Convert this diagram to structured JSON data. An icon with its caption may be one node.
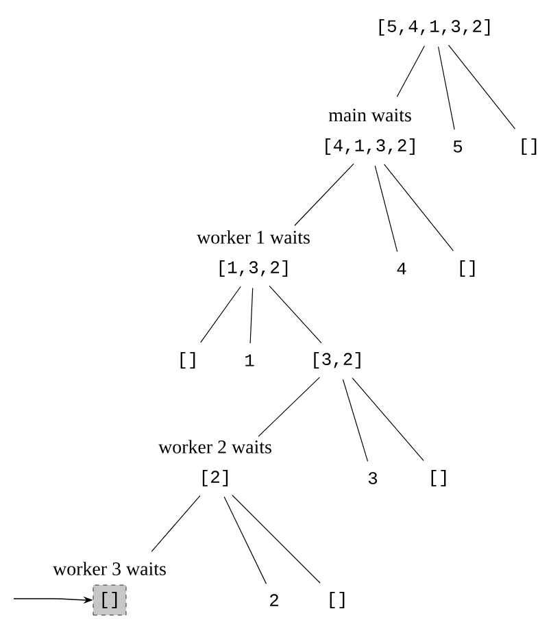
{
  "diagram": {
    "nodes": [
      {
        "text": [
          "[5,4,1,3,2]"
        ]
      },
      {
        "text": [
          "[4,1,3,2]"
        ],
        "beside": [
          "main waits"
        ]
      },
      {
        "text": [
          "5"
        ]
      },
      {
        "text": [
          "[]"
        ]
      },
      {
        "text": [
          "[1,3,2]"
        ],
        "beside": [
          "worker 1 waits"
        ]
      },
      {
        "text": [
          "4"
        ]
      },
      {
        "text": [
          "[]"
        ]
      },
      {
        "text": [
          "[]"
        ]
      },
      {
        "text": [
          "1"
        ]
      },
      {
        "text": [
          "[3,2]"
        ]
      },
      {
        "text": [
          "[2]"
        ],
        "beside": [
          "worker 2 waits"
        ]
      },
      {
        "text": [
          "3"
        ]
      },
      {
        "text": [
          "[]"
        ]
      },
      {
        "text": [
          "[]"
        ],
        "beside": [
          "worker 3 waits"
        ]
      },
      {
        "text": [
          "2"
        ]
      },
      {
        "text": [
          "[]"
        ]
      }
    ],
    "edges": [
      {
        "from": 0,
        "to": 1,
        "arrow": "none"
      },
      {
        "from": 0,
        "to": 2,
        "arrow": "none"
      },
      {
        "from": 0,
        "to": 3,
        "arrow": "none"
      },
      {
        "from": 1,
        "to": 4,
        "arrow": "none"
      },
      {
        "from": 1,
        "to": 5,
        "arrow": "none"
      },
      {
        "from": 1,
        "to": 6,
        "arrow": "none"
      },
      {
        "from": 4,
        "to": 7,
        "arrow": "none"
      },
      {
        "from": 4,
        "to": 8,
        "arrow": "none"
      },
      {
        "from": 4,
        "to": 9,
        "arrow": "none"
      },
      {
        "from": 9,
        "to": 10,
        "arrow": "none"
      },
      {
        "from": 9,
        "to": 11,
        "arrow": "none"
      },
      {
        "from": 9,
        "to": 12,
        "arrow": "none"
      },
      {
        "from": 10,
        "to": 13,
        "arrow": "none"
      },
      {
        "from": 10,
        "to": 14,
        "arrow": "none"
      },
      {
        "from": 10,
        "to": 15,
        "arrow": "none"
      },
      {
        "from": null,
        "to": 13,
        "arrow": "to"
      }
    ]
  }
}
